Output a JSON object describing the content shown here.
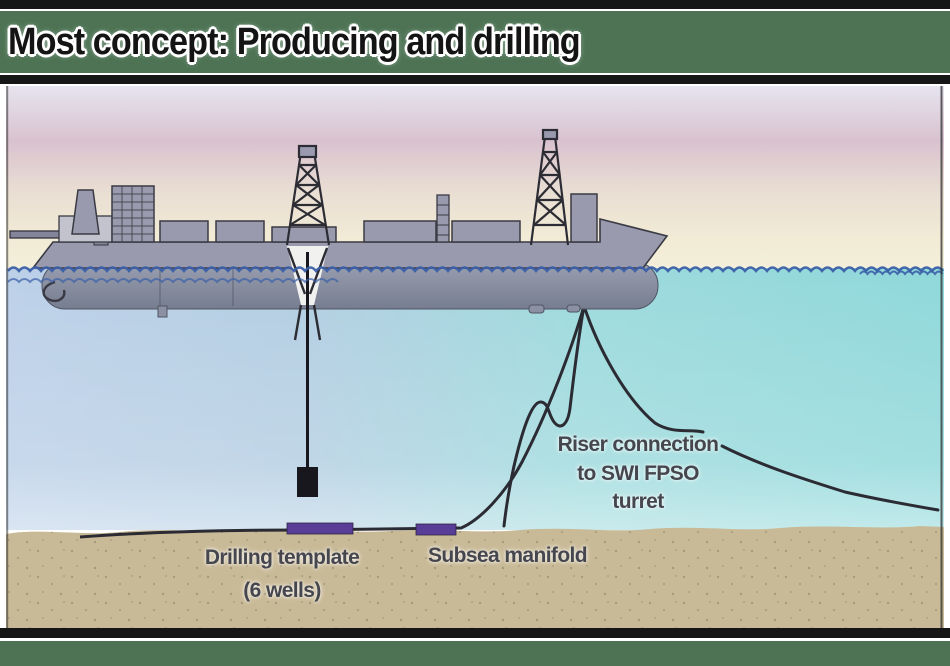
{
  "header": {
    "title": "Most concept: Producing and drilling"
  },
  "diagram": {
    "type": "offshore-production-schematic",
    "labels": {
      "drilling_template": {
        "line1": "Drilling template",
        "line2": "(6 wells)"
      },
      "subsea_manifold": "Subsea manifold",
      "riser": {
        "line1": "Riser connection",
        "line2": "to SWI FPSO",
        "line3": "turret"
      }
    },
    "components": [
      "fpso-vessel",
      "drilling-derrick",
      "bow-derrick",
      "moonpool",
      "drill-string",
      "riser-lines",
      "flowline",
      "drilling-template-marker",
      "subsea-manifold-marker",
      "waterline",
      "seafloor"
    ],
    "colors": {
      "band_green": "#4d7354",
      "bar_black": "#161616",
      "sand": "#c9ba97",
      "water_left": "#bcd0e8",
      "water_right": "#8fd8da",
      "wave_blue": "#3b5fa8",
      "equipment_purple": "#5a3d96",
      "riser_line": "#2b2b33",
      "hull_gray": "#9a9aae"
    }
  }
}
